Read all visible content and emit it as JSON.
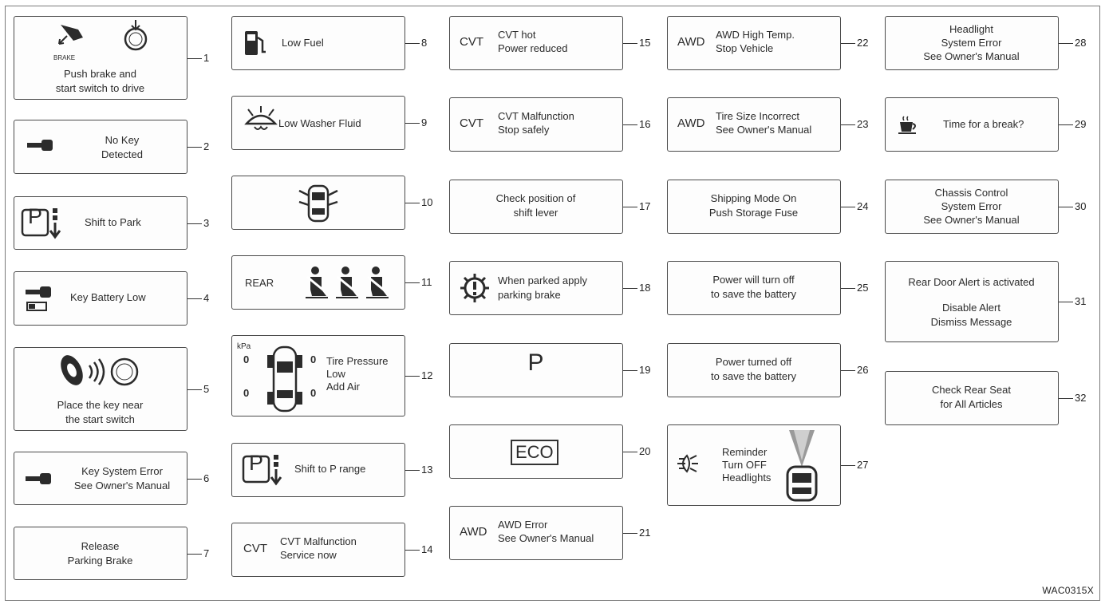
{
  "figure_code": "WAC0315X",
  "messages": [
    {
      "number": "1",
      "lines": [
        "Push brake and",
        "start switch to drive"
      ],
      "icon_label": "BRAKE"
    },
    {
      "number": "2",
      "lines": [
        "No Key",
        "Detected"
      ]
    },
    {
      "number": "3",
      "lines": [
        "Shift to Park"
      ],
      "icon_label": "P"
    },
    {
      "number": "4",
      "lines": [
        "Key Battery Low"
      ]
    },
    {
      "number": "5",
      "lines": [
        "Place the key near",
        "the start switch"
      ]
    },
    {
      "number": "6",
      "lines": [
        "Key System Error",
        "See Owner's Manual"
      ]
    },
    {
      "number": "7",
      "lines": [
        "Release",
        "Parking Brake"
      ]
    },
    {
      "number": "8",
      "lines": [
        "Low Fuel"
      ]
    },
    {
      "number": "9",
      "lines": [
        "Low Washer Fluid"
      ]
    },
    {
      "number": "10",
      "lines": []
    },
    {
      "number": "11",
      "lines": [],
      "prefix": "REAR"
    },
    {
      "number": "12",
      "lines": [
        "Tire Pressure",
        "Low",
        "Add Air"
      ],
      "unit": "kPa",
      "tire_values": [
        "0",
        "0",
        "0",
        "0"
      ]
    },
    {
      "number": "13",
      "lines": [
        "Shift to P range"
      ],
      "icon_label": "P"
    },
    {
      "number": "14",
      "lines": [
        "CVT Malfunction",
        "Service now"
      ],
      "prefix": "CVT"
    },
    {
      "number": "15",
      "lines": [
        "CVT hot",
        "Power reduced"
      ],
      "prefix": "CVT"
    },
    {
      "number": "16",
      "lines": [
        "CVT Malfunction",
        "Stop safely"
      ],
      "prefix": "CVT"
    },
    {
      "number": "17",
      "lines": [
        "Check position of",
        "shift lever"
      ]
    },
    {
      "number": "18",
      "lines": [
        "When parked apply",
        "parking brake"
      ]
    },
    {
      "number": "19",
      "lines": [
        "P"
      ]
    },
    {
      "number": "20",
      "lines": [
        "ECO"
      ]
    },
    {
      "number": "21",
      "lines": [
        "AWD Error",
        "See Owner's Manual"
      ],
      "prefix": "AWD"
    },
    {
      "number": "22",
      "lines": [
        "AWD High Temp.",
        "Stop Vehicle"
      ],
      "prefix": "AWD"
    },
    {
      "number": "23",
      "lines": [
        "Tire Size Incorrect",
        "See Owner's Manual"
      ],
      "prefix": "AWD"
    },
    {
      "number": "24",
      "lines": [
        "Shipping Mode On",
        "Push Storage Fuse"
      ]
    },
    {
      "number": "25",
      "lines": [
        "Power will turn off",
        "to save the battery"
      ]
    },
    {
      "number": "26",
      "lines": [
        "Power turned off",
        "to save the battery"
      ]
    },
    {
      "number": "27",
      "lines": [
        "Reminder",
        "Turn OFF",
        "Headlights"
      ]
    },
    {
      "number": "28",
      "lines": [
        "Headlight",
        "System Error",
        "See Owner's Manual"
      ]
    },
    {
      "number": "29",
      "lines": [
        "Time for a break?"
      ]
    },
    {
      "number": "30",
      "lines": [
        "Chassis Control",
        "System Error",
        "See Owner's Manual"
      ]
    },
    {
      "number": "31",
      "lines": [
        "Rear Door Alert is activated",
        "Disable Alert",
        "Dismiss Message"
      ]
    },
    {
      "number": "32",
      "lines": [
        "Check Rear Seat",
        "for All Articles"
      ]
    }
  ]
}
